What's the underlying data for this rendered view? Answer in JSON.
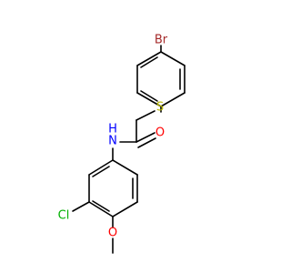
{
  "molecule": {
    "atoms": [
      {
        "id": "br",
        "label": "Br",
        "color": "#A52A2A"
      },
      {
        "id": "s",
        "label": "S",
        "color": "#B8B800"
      },
      {
        "id": "n",
        "label": "N",
        "color": "#0000FF"
      },
      {
        "id": "h",
        "label": "H",
        "color": "#0000FF"
      },
      {
        "id": "o_carbonyl",
        "label": "O",
        "color": "#FF0000"
      },
      {
        "id": "cl",
        "label": "Cl",
        "color": "#00B000"
      },
      {
        "id": "o_methoxy",
        "label": "O",
        "color": "#FF0000"
      }
    ]
  }
}
